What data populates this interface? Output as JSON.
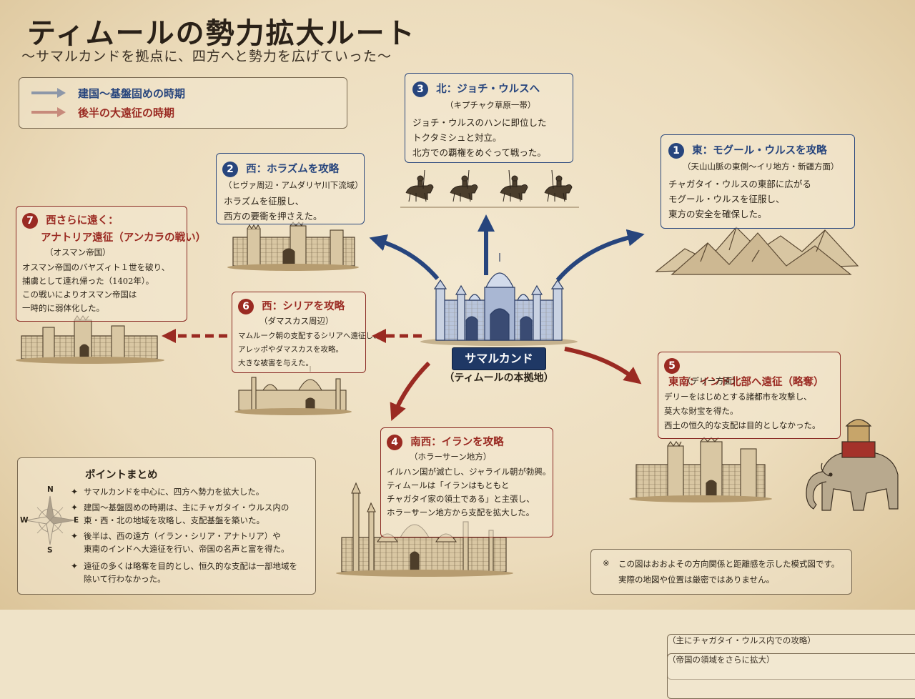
{
  "title": "ティムールの勢力拡大ルート",
  "subtitle": "〜サマルカンドを拠点に、四方へと勢力を広げていった〜",
  "colors": {
    "early_blue": "#27457d",
    "late_red": "#9a2a22",
    "parchment": "#efe3c8",
    "ink": "#2c2419"
  },
  "legend": {
    "early": {
      "label": "建国〜基盤固めの時期",
      "note": "（主にチャガタイ・ウルス内での攻略）",
      "icon": "blue-arrow-icon"
    },
    "late": {
      "label": "後半の大遠征の時期",
      "note": "（帝国の領域をさらに拡大）",
      "icon": "red-arrow-icon"
    }
  },
  "center": {
    "label": "サマルカンド",
    "sub": "（ティムールの本拠地）",
    "icon": "palace-icon"
  },
  "campaigns": [
    {
      "num": "1",
      "phase": "early",
      "heading": "東：モグール・ウルスを攻略",
      "sub": "（天山山脈の東側〜イリ地方・新疆方面）",
      "body": [
        "チャガタイ・ウルスの東部に広がる",
        "モグール・ウルスを征服し、",
        "東方の安全を確保した。"
      ],
      "icon": "mountains-icon"
    },
    {
      "num": "2",
      "phase": "early",
      "heading": "西：ホラズムを攻略",
      "sub": "（ヒヴァ周辺・アムダリヤ川下流域）",
      "body": [
        "ホラズムを征服し、",
        "西方の要衝を押さえた。"
      ],
      "icon": "fortress-icon"
    },
    {
      "num": "3",
      "phase": "early",
      "heading": "北：ジョチ・ウルスへ",
      "sub": "（キプチャク草原一帯）",
      "body": [
        "ジョチ・ウルスのハンに即位した",
        "トクタミシュと対立。",
        "北方での覇権をめぐって戦った。"
      ],
      "icon": "horsemen-icon"
    },
    {
      "num": "4",
      "phase": "late",
      "heading": "南西：イランを攻略",
      "sub": "（ホラーサーン地方）",
      "body": [
        "イルハン国が滅亡し、ジャライル朝が勃興。",
        "ティムールは「イランはもともと",
        "チャガタイ家の領土である」と主張し、",
        "ホラーサーン地方から支配を拡大した。"
      ],
      "icon": "mosque-icon"
    },
    {
      "num": "5",
      "phase": "late",
      "heading": "東南：インド北部へ遠征（略奪）",
      "sub": "（デリー方面）",
      "body": [
        "デリーをはじめとする諸都市を攻撃し、",
        "莫大な財宝を得た。",
        "西土の恒久的な支配は目的としなかった。"
      ],
      "icon": "elephant-icon"
    },
    {
      "num": "6",
      "phase": "late",
      "heading": "西：シリアを攻略",
      "sub": "（ダマスカス周辺）",
      "body": [
        "マムルーク朝の支配するシリアへ遠征し、",
        "アレッポやダマスカスを攻略。",
        "大きな被害を与えた。"
      ],
      "icon": "city-icon"
    },
    {
      "num": "7",
      "phase": "late",
      "heading": "西さらに遠く：",
      "heading2": "アナトリア遠征（アンカラの戦い）",
      "sub": "（オスマン帝国）",
      "body": [
        "オスマン帝国のバヤズィト１世を破り、",
        "捕虜として連れ帰った（1402年）。",
        "この戦いによりオスマン帝国は",
        "一時的に弱体化した。"
      ],
      "icon": "castle-icon"
    }
  ],
  "summary": {
    "title": "ポイントまとめ",
    "points": [
      [
        "サマルカンドを中心に、四方へ勢力を拡大した。"
      ],
      [
        "建国〜基盤固めの時期は、主にチャガタイ・ウルス内の",
        "東・西・北の地域を攻略し、支配基盤を築いた。"
      ],
      [
        "後半は、西の遠方（イラン・シリア・アナトリア）や",
        "東南のインドへ大遠征を行い、帝国の名声と富を得た。"
      ],
      [
        "遠征の多くは略奪を目的とし、恒久的な支配は一部地域を",
        "除いて行わなかった。"
      ]
    ],
    "bullet": "✦",
    "compass": {
      "n": "N",
      "s": "S",
      "e": "E",
      "w": "W",
      "icon": "compass-rose-icon"
    }
  },
  "note": {
    "mark": "※",
    "lines": [
      "この図はおおよその方向関係と距離感を示した模式図です。",
      "実際の地図や位置は厳密ではありません。"
    ]
  }
}
